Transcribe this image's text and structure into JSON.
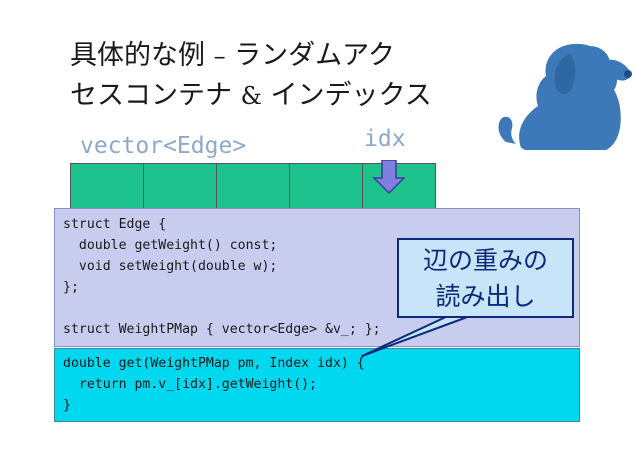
{
  "slide": {
    "title_line1_a": "具体的な例 ",
    "title_dash": "–",
    "title_line1_b": " ランダムアク",
    "title_line2_a": "セスコンテナ ",
    "title_amp": "&",
    "title_line2_b": " インデックス"
  },
  "diagram": {
    "vector_label": "vector<Edge>",
    "index_label": "idx",
    "cell_color": "#1ec28c",
    "cells": [
      "",
      "",
      "",
      "",
      ""
    ]
  },
  "code_block_1": {
    "lines": [
      "struct Edge {",
      "  double getWeight() const;",
      "  void setWeight(double w);",
      "};",
      "",
      "struct WeightPMap { vector<Edge> &v_; };"
    ]
  },
  "code_block_2": {
    "lines": [
      "double get(WeightPMap pm, Index idx) {",
      "  return pm.v_[idx].getWeight();",
      "}"
    ]
  },
  "callout": {
    "line1": "辺の重みの",
    "line2": "読み出し"
  },
  "icons": {
    "mascot": "dog-silhouette-icon",
    "pointer": "arrow-down-icon"
  },
  "colors": {
    "code1_bg": "#c8cdf0",
    "code2_bg": "#00d8f0",
    "callout_bg": "#c8e4f8",
    "callout_text": "#0b2a7a",
    "label_color": "#8fa8c8"
  }
}
